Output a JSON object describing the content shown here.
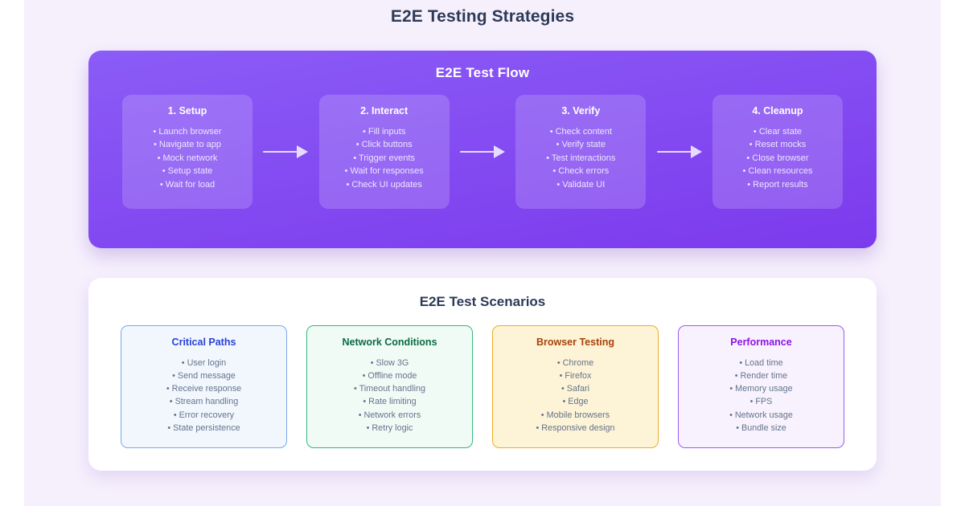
{
  "page": {
    "title": "E2E Testing Strategies",
    "background": "#f6f0fd"
  },
  "flow": {
    "title": "E2E Test Flow",
    "panel_gradient_from": "#8b5cf6",
    "panel_gradient_to": "#7c3aed",
    "arrow_icon": "arrow-right-icon",
    "steps": [
      {
        "title": "1. Setup",
        "items": [
          "• Launch browser",
          "• Navigate to app",
          "• Mock network",
          "• Setup state",
          "• Wait for load"
        ]
      },
      {
        "title": "2. Interact",
        "items": [
          "• Fill inputs",
          "• Click buttons",
          "• Trigger events",
          "• Wait for responses",
          "• Check UI updates"
        ]
      },
      {
        "title": "3. Verify",
        "items": [
          "• Check content",
          "• Verify state",
          "• Test interactions",
          "• Check errors",
          "• Validate UI"
        ]
      },
      {
        "title": "4. Cleanup",
        "items": [
          "• Clear state",
          "• Reset mocks",
          "• Close browser",
          "• Clean resources",
          "• Report results"
        ]
      }
    ]
  },
  "scenarios": {
    "title": "E2E Test Scenarios",
    "cards": [
      {
        "title": "Critical Paths",
        "title_color": "#2743d6",
        "border_color": "#7ba7ec",
        "bg_color": "#f2f7fe",
        "items": [
          "• User login",
          "• Send message",
          "• Receive response",
          "• Stream handling",
          "• Error recovery",
          "• State persistence"
        ]
      },
      {
        "title": "Network Conditions",
        "title_color": "#0b6b45",
        "border_color": "#34b67e",
        "bg_color": "#f1fbf6",
        "items": [
          "• Slow 3G",
          "• Offline mode",
          "• Timeout handling",
          "• Rate limiting",
          "• Network errors",
          "• Retry logic"
        ]
      },
      {
        "title": "Browser Testing",
        "title_color": "#a8430a",
        "border_color": "#f0ad28",
        "bg_color": "#fdf3d7",
        "items": [
          "• Chrome",
          "• Firefox",
          "• Safari",
          "• Edge",
          "• Mobile browsers",
          "• Responsive design"
        ]
      },
      {
        "title": "Performance",
        "title_color": "#8b13e8",
        "border_color": "#9b5cf0",
        "bg_color": "#f8f2fe",
        "items": [
          "• Load time",
          "• Render time",
          "• Memory usage",
          "• FPS",
          "• Network usage",
          "• Bundle size"
        ]
      }
    ]
  }
}
